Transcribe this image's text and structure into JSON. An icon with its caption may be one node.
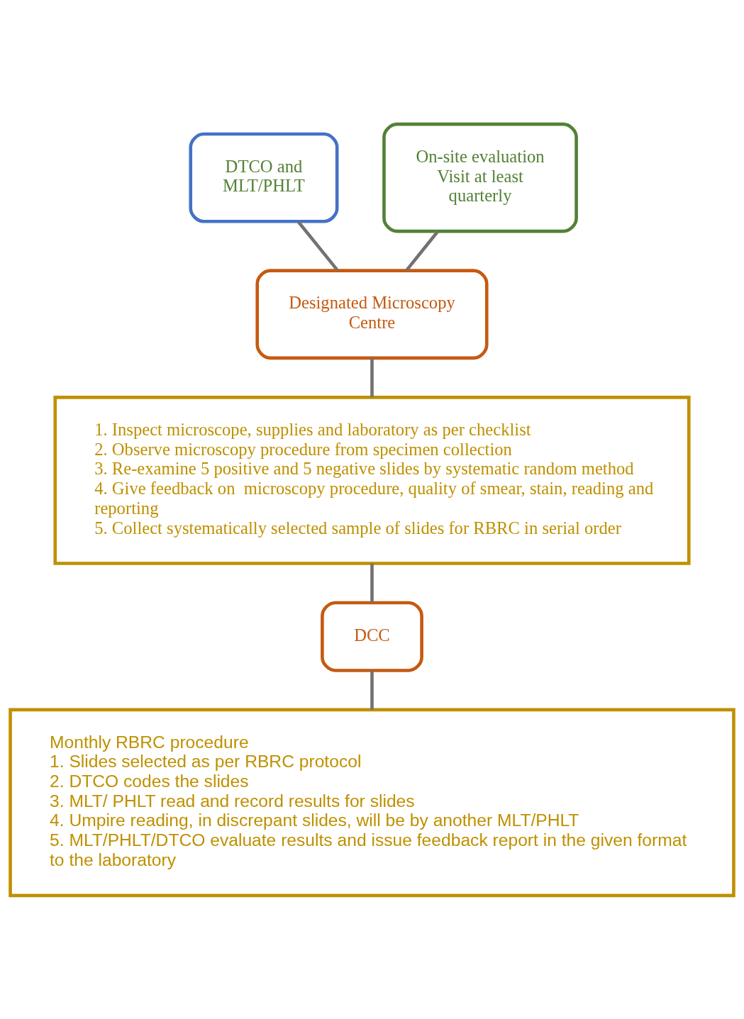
{
  "diagram": {
    "nodes": [
      {
        "text": [
          "DTCO and MLT/PHLT"
        ]
      },
      {
        "text": [
          "On-site evaluation Visit at least quarterly"
        ]
      },
      {
        "text": [
          "Designated Microscopy Centre"
        ]
      },
      {
        "text": [
          "1. Inspect microscope, supplies and laboratory as per checklist",
          "2. Observe microscopy procedure from specimen collection",
          "3. Re-examine 5 positive and 5 negative slides by systematic random method",
          "4. Give feedback on  microscopy procedure, quality of smear, stain, reading and reporting",
          "5. Collect systematically selected sample of slides for RBRC in serial order"
        ]
      },
      {
        "text": [
          "DCC"
        ]
      },
      {
        "text": [
          "Monthly RBRC procedure",
          "1. Slides selected as per RBRC protocol",
          "2. DTCO codes the slides",
          "3. MLT/ PHLT read and record results for slides",
          "4. Umpire reading, in discrepant slides, will be by another MLT/PHLT",
          "5. MLT/PHLT/DTCO evaluate results and issue feedback report in the given format to the laboratory"
        ]
      }
    ],
    "edges": [
      {
        "from": 0,
        "to": 2,
        "arrow": "none"
      },
      {
        "from": 1,
        "to": 2,
        "arrow": "none"
      },
      {
        "from": 2,
        "to": 3,
        "arrow": "none"
      },
      {
        "from": 3,
        "to": 4,
        "arrow": "none"
      },
      {
        "from": 4,
        "to": 5,
        "arrow": "none"
      }
    ]
  }
}
